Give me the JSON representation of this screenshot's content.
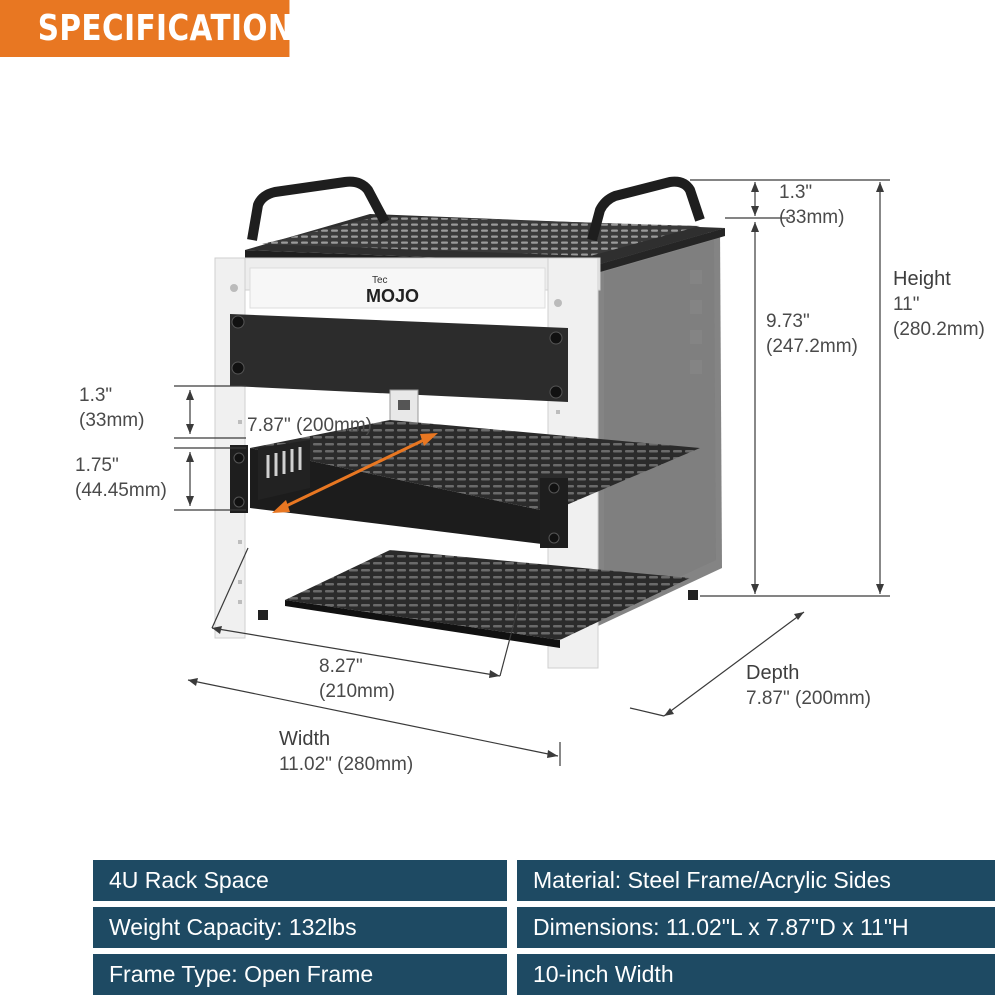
{
  "banner": {
    "title": "SPECIFICATIONS"
  },
  "brand": {
    "small": "Tec",
    "large": "MOJO"
  },
  "dimensions": {
    "top_gap": {
      "imperial": "1.3\"",
      "metric": "(33mm)"
    },
    "inner_height": {
      "imperial": "9.73\"",
      "metric": "(247.2mm)"
    },
    "height": {
      "title": "Height",
      "imperial": "11\"",
      "metric": "(280.2mm)"
    },
    "rack_unit_gap": {
      "imperial": "1.3\"",
      "metric": "(33mm)"
    },
    "rack_unit_height": {
      "imperial": "1.75\"",
      "metric": "(44.45mm)"
    },
    "shelf_depth": {
      "text": "7.87\" (200mm)"
    },
    "inner_width": {
      "imperial": "8.27\"",
      "metric": "(210mm)"
    },
    "depth": {
      "title": "Depth",
      "value": "7.87\" (200mm)"
    },
    "width": {
      "title": "Width",
      "value": "11.02\" (280mm)"
    }
  },
  "specs": [
    {
      "text": "4U Rack Space"
    },
    {
      "text": "Material: Steel Frame/Acrylic Sides"
    },
    {
      "text": "Weight Capacity: 132lbs"
    },
    {
      "text": "Dimensions: 11.02\"L x 7.87\"D x 11\"H"
    },
    {
      "text": "Frame Type: Open Frame"
    },
    {
      "text": "10-inch Width"
    }
  ],
  "colors": {
    "banner": "#e87722",
    "spec_cell": "#1e4a63",
    "frame": "#f2f2f2",
    "panel": "#2a2a2a",
    "dimension_line": "#3a3a3a",
    "arrow": "#e87722"
  }
}
